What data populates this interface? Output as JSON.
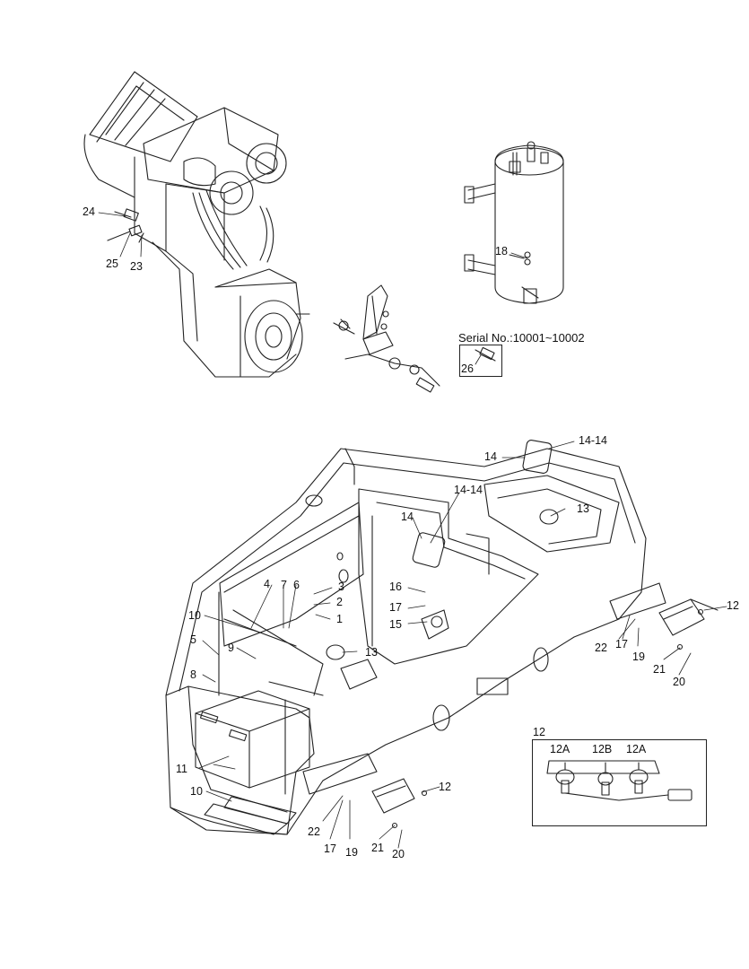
{
  "serial_note": "Serial No.:10001~10002",
  "inset_title": "12",
  "inset_labels": [
    "12A",
    "12B",
    "12A"
  ],
  "callouts": {
    "c24": "24",
    "c25": "25",
    "c23": "23",
    "c18": "18",
    "c26": "26",
    "c14a": "14",
    "c1414a": "14-14",
    "c14b": "14",
    "c1414b": "14-14",
    "c13a": "13",
    "c13b": "13",
    "c16": "16",
    "c17a": "17",
    "c15": "15",
    "c7": "7",
    "c6": "6",
    "c3": "3",
    "c2": "2",
    "c1": "1",
    "c4": "4",
    "c10a": "10",
    "c5": "5",
    "c9": "9",
    "c8": "8",
    "c11": "11",
    "c10b": "10",
    "c12a": "12",
    "c22a": "22",
    "c17b": "17",
    "c19a": "19",
    "c21a": "21",
    "c20a": "20",
    "c12b": "12",
    "c22b": "22",
    "c17c": "17",
    "c19b": "19",
    "c21b": "21",
    "c20b": "20"
  }
}
